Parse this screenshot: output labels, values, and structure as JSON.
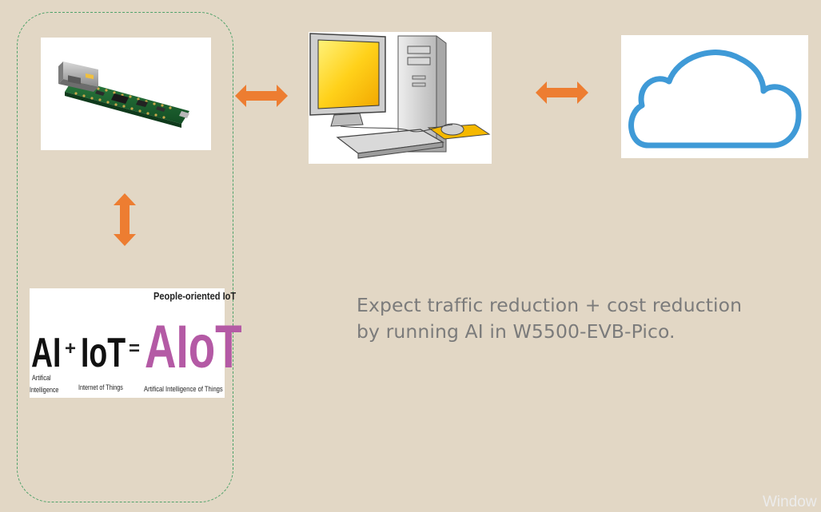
{
  "diagram": {
    "nodes": [
      {
        "id": "board",
        "label": "W5500-EVB-Pico board",
        "icon": "wiznet-board-icon"
      },
      {
        "id": "pc",
        "label": "Desktop computer",
        "icon": "desktop-computer-icon"
      },
      {
        "id": "cloud",
        "label": "Cloud",
        "icon": "cloud-icon"
      },
      {
        "id": "aiot",
        "label": "AIoT",
        "icon": "aiot-logo"
      }
    ],
    "edges": [
      {
        "from": "board",
        "to": "pc",
        "style": "double-arrow"
      },
      {
        "from": "pc",
        "to": "cloud",
        "style": "double-arrow"
      },
      {
        "from": "board",
        "to": "aiot",
        "style": "double-arrow"
      }
    ],
    "colors": {
      "background": "#e2d7c5",
      "arrow": "#ed7d31",
      "group_border": "#4fa26a",
      "cloud_stroke": "#3f9ad7",
      "caption_text": "#7b7b7b",
      "aiot_magenta": "#b45aa5"
    }
  },
  "aiot_logo": {
    "heading": "People-oriented IoT",
    "ai": "AI",
    "plus": "+",
    "iot": "IoT",
    "equals": "=",
    "aiot": "AIoT",
    "ai_caption_line1": "Artifical",
    "ai_caption_line2": "Intelligence",
    "iot_caption": "Internet of Things",
    "aiot_caption": "Artifical Intelligence of Things"
  },
  "caption": {
    "line1": "Expect traffic reduction + cost reduction",
    "line2": "by running AI in W5500-EVB-Pico."
  },
  "watermark": "Window"
}
